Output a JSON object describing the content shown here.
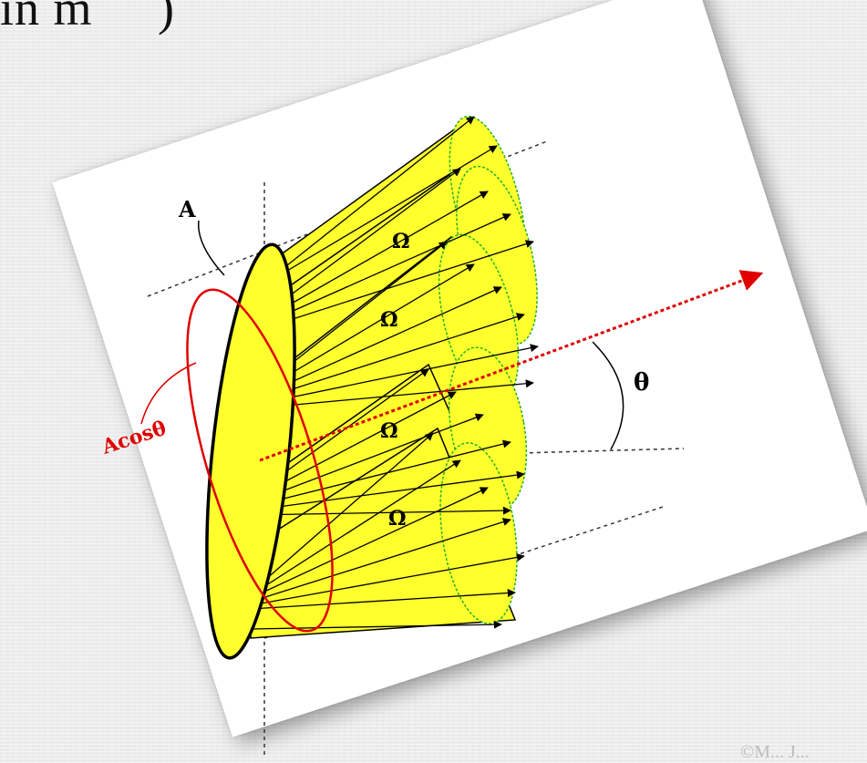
{
  "slide": {
    "heading_fragment": "in m",
    "heading_paren": ")",
    "copyright": "©M... J..."
  },
  "diagram": {
    "labels": {
      "area": "A",
      "projected_area": "Acosθ",
      "solid_angle": "Ω",
      "angle": "θ"
    },
    "colors": {
      "surface_fill": "#ffff2e",
      "surface_stroke": "#000000",
      "cone_outline": "#22b022",
      "projection_ellipse": "#e00000",
      "normal_arrow": "#e00000",
      "ray_arrows": "#000000",
      "guide_lines": "#333333"
    }
  }
}
